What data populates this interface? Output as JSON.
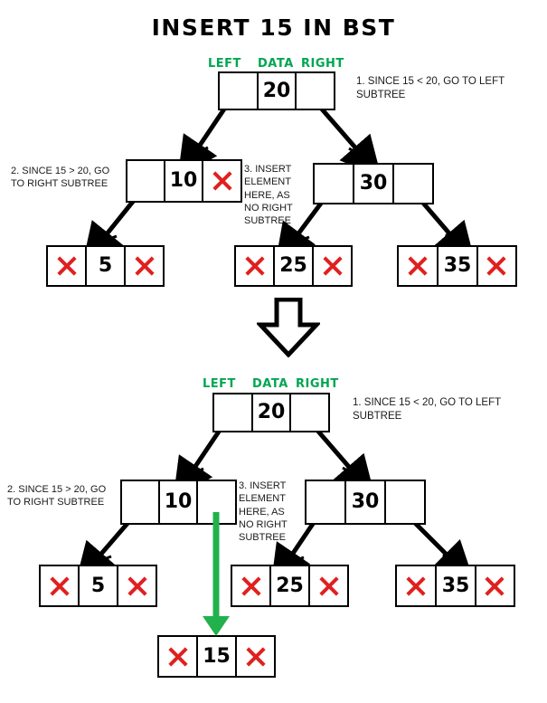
{
  "title": "INSERT 15 IN BST",
  "colors": {
    "node_border": "#000000",
    "header_green": "#00a651",
    "x_red": "#e02020",
    "arrow_black": "#000000",
    "insert_arrow_green": "#22b14c",
    "background": "#ffffff"
  },
  "headers": {
    "left": "LEFT",
    "data": "DATA",
    "right": "RIGHT"
  },
  "diagrams": [
    {
      "id": "before",
      "nodes": [
        {
          "id": "root-20",
          "value": "20",
          "left_cell": "empty",
          "right_cell": "empty"
        },
        {
          "id": "node-10",
          "value": "10",
          "left_cell": "empty",
          "right_cell": "x"
        },
        {
          "id": "node-30",
          "value": "30",
          "left_cell": "empty",
          "right_cell": "empty"
        },
        {
          "id": "node-5",
          "value": "5",
          "left_cell": "x",
          "right_cell": "x"
        },
        {
          "id": "node-25",
          "value": "25",
          "left_cell": "x",
          "right_cell": "x"
        },
        {
          "id": "node-35",
          "value": "35",
          "left_cell": "x",
          "right_cell": "x"
        }
      ],
      "notes": [
        {
          "id": "note-1",
          "text": "1. SINCE 15 < 20, GO TO LEFT SUBTREE"
        },
        {
          "id": "note-2",
          "text": "2. SINCE 15 > 20, GO TO RIGHT SUBTREE"
        },
        {
          "id": "note-3",
          "text": "3. INSERT ELEMENT HERE, AS NO RIGHT SUBTREE"
        }
      ]
    },
    {
      "id": "after",
      "nodes": [
        {
          "id": "root-20",
          "value": "20",
          "left_cell": "empty",
          "right_cell": "empty"
        },
        {
          "id": "node-10",
          "value": "10",
          "left_cell": "empty",
          "right_cell": "empty"
        },
        {
          "id": "node-30",
          "value": "30",
          "left_cell": "empty",
          "right_cell": "empty"
        },
        {
          "id": "node-5",
          "value": "5",
          "left_cell": "x",
          "right_cell": "x"
        },
        {
          "id": "node-25",
          "value": "25",
          "left_cell": "x",
          "right_cell": "x"
        },
        {
          "id": "node-35",
          "value": "35",
          "left_cell": "x",
          "right_cell": "x"
        },
        {
          "id": "node-15",
          "value": "15",
          "left_cell": "x",
          "right_cell": "x"
        }
      ],
      "notes": [
        {
          "id": "note-1",
          "text": "1. SINCE 15 < 20, GO TO LEFT SUBTREE"
        },
        {
          "id": "note-2",
          "text": "2. SINCE 15 > 20, GO TO RIGHT SUBTREE"
        },
        {
          "id": "note-3",
          "text": "3. INSERT ELEMENT HERE, AS NO RIGHT SUBTREE"
        }
      ]
    }
  ],
  "transition": {
    "icon": "big-down-arrow"
  }
}
